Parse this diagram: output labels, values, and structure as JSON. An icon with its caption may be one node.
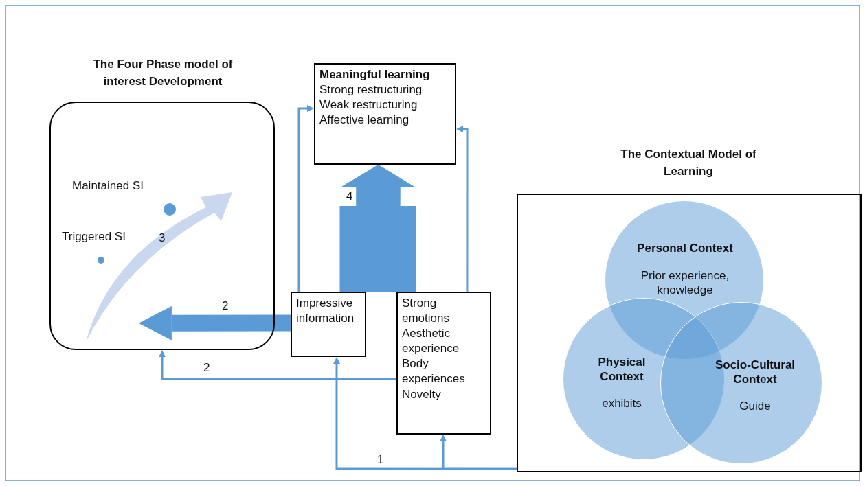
{
  "diagram": {
    "nodes": [
      {
        "text": [
          "The Four Phase model of interest Development"
        ]
      },
      {
        "text": [
          "Meaningful learning",
          "Strong restructuring",
          "Weak restructuring",
          "Affective learning"
        ]
      },
      {
        "text": [
          "Impressive information"
        ]
      },
      {
        "text": [
          "Strong emotions",
          "Aesthetic experience",
          "Body experiences",
          "Novelty"
        ]
      },
      {
        "text": [
          "The Contextual Model of Learning"
        ]
      },
      {
        "text": [
          "Personal Context",
          "Prior experience, knowledge"
        ],
        "in": 4
      },
      {
        "text": [
          "Physical Context",
          "exhibits"
        ],
        "in": 4
      },
      {
        "text": [
          "Socio-Cultural Context",
          "Guide"
        ],
        "in": 4
      }
    ],
    "edges": [
      {
        "from": 2,
        "to": 0,
        "arrow": "to",
        "label": "2",
        "style": "thick"
      },
      {
        "from": 2,
        "to": 1,
        "arrow": "to"
      },
      {
        "from": 3,
        "to": 1,
        "arrow": "to"
      },
      {
        "from": 2,
        "to": 1,
        "arrow": "to",
        "label": "4",
        "style": "thick"
      },
      {
        "from": 3,
        "to": 1,
        "arrow": "to",
        "style": "thick"
      },
      {
        "from": 3,
        "to": 0,
        "arrow": "to",
        "label": "2"
      },
      {
        "from": 4,
        "to": 2,
        "arrow": "to",
        "label": "1"
      },
      {
        "from": 4,
        "to": 3,
        "arrow": "to"
      }
    ],
    "labels": [
      "Maintained SI",
      "Triggered SI",
      "3"
    ]
  }
}
